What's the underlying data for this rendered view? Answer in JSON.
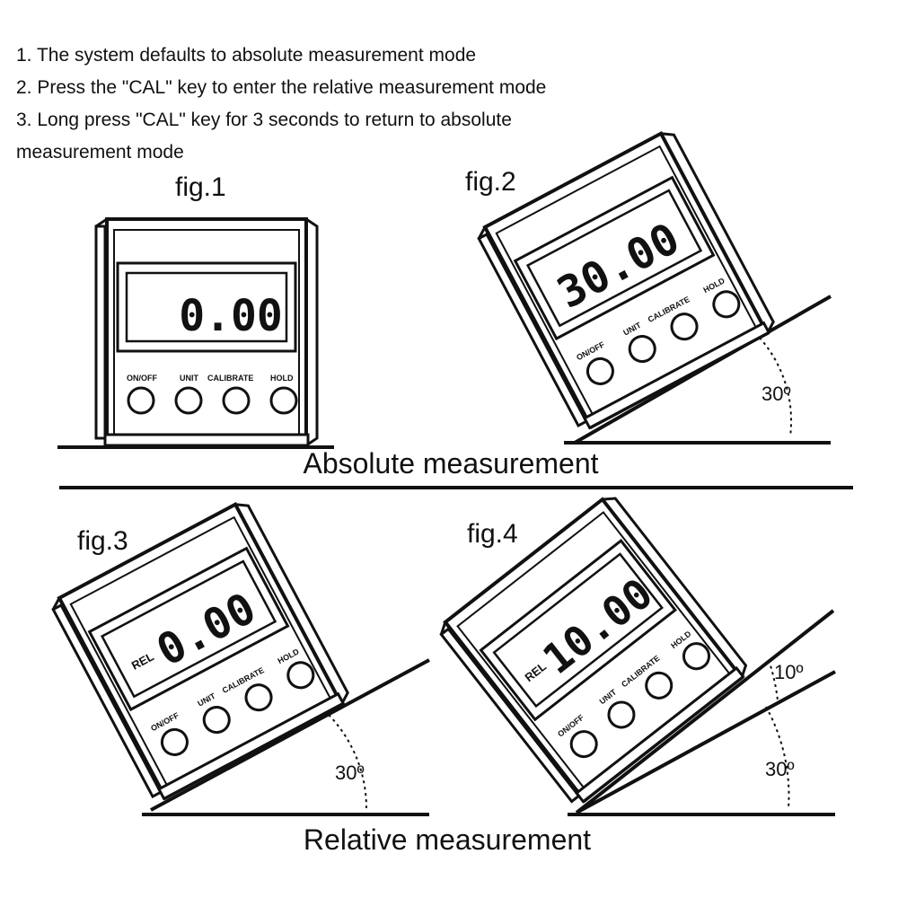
{
  "instructions": [
    "1. The system defaults to absolute measurement mode",
    "2. Press the \"CAL\" key to enter the relative measurement mode",
    "3. Long press \"CAL\" key for 3 seconds to return to absolute",
    "measurement mode"
  ],
  "sections": {
    "absolute": "Absolute measurement",
    "relative": "Relative measurement"
  },
  "buttons": {
    "onoff": "ON/OFF",
    "unit": "UNIT",
    "calibrate": "CALIBRATE",
    "hold": "HOLD"
  },
  "figures": [
    {
      "label": "fig.1",
      "reading": "0.00",
      "rel": ""
    },
    {
      "label": "fig.2",
      "reading": "30.00",
      "rel": "",
      "angle": "30º"
    },
    {
      "label": "fig.3",
      "reading": "0.00",
      "rel": "REL",
      "angle": "30º"
    },
    {
      "label": "fig.4",
      "reading": "10.00",
      "rel": "REL",
      "angle": "30º",
      "angle2": "10º"
    }
  ]
}
